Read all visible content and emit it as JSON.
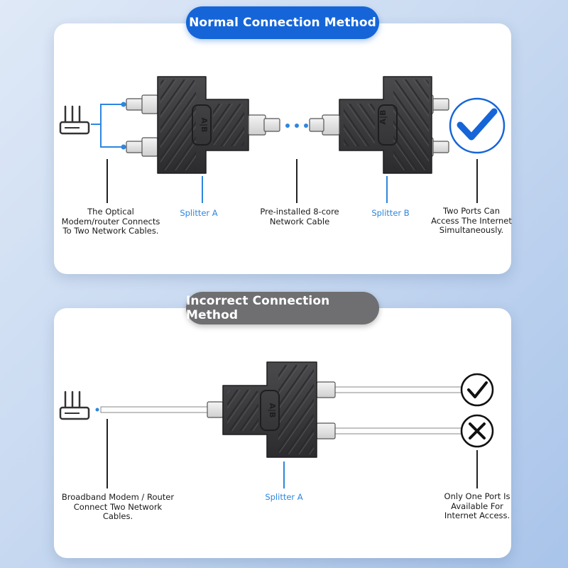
{
  "sections": {
    "normal": {
      "title": "Normal Connection Method",
      "labels": {
        "modem": "The Optical\nModem/router Connects\nTo Two Network Cables.",
        "splitter_a": "Splitter A",
        "cable": "Pre-installed 8-core\nNetwork Cable",
        "splitter_b": "Splitter B",
        "result": "Two Ports Can\nAccess The Internet\nSimultaneously."
      }
    },
    "incorrect": {
      "title": "Incorrect Connection Method",
      "labels": {
        "modem": "Broadband Modem / Router\nConnect Two Network\nCables.",
        "splitter_a": "Splitter A",
        "result": "Only One Port Is\nAvailable For\nInternet Access."
      }
    }
  },
  "splitter_marking": "A|B",
  "colors": {
    "accent_blue": "#1565d8",
    "label_blue": "#2e86de",
    "incorrect_gray": "#6f6f71",
    "splitter_body": "#3a3a3c"
  },
  "icons": [
    "router-icon",
    "check-circle-icon",
    "cross-circle-icon"
  ]
}
